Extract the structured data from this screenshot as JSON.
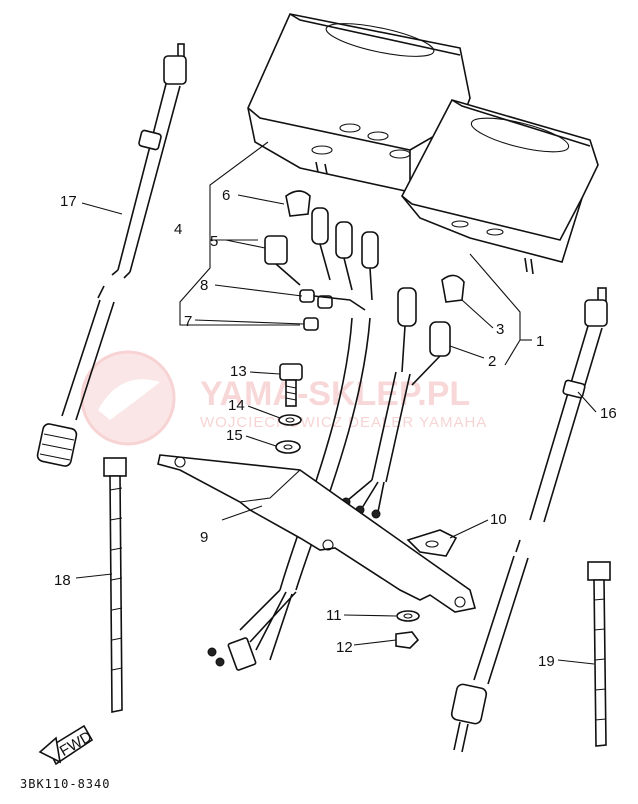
{
  "diagram": {
    "drawing_code": "3BK110-8340",
    "fwd_label": "FWD",
    "watermark": {
      "brand": "YAMA-SKLEP.PL",
      "tagline": "WOJCIECHOWICZ DEALER YAMAHA"
    },
    "callouts": [
      "1",
      "2",
      "3",
      "4",
      "5",
      "6",
      "7",
      "8",
      "9",
      "10",
      "11",
      "12",
      "13",
      "14",
      "15",
      "16",
      "17",
      "18",
      "19"
    ]
  }
}
